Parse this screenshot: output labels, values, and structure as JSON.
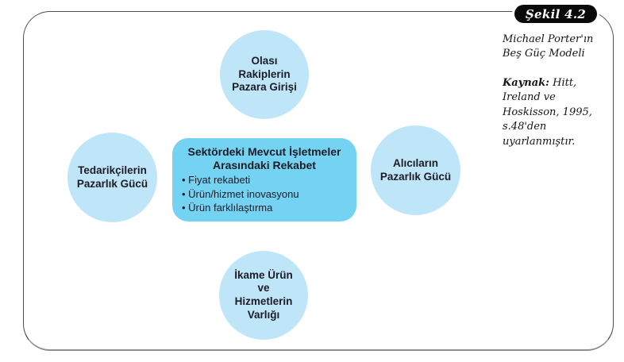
{
  "figure": {
    "badge_label": "Şekil 4.2",
    "caption": "Michael Porter'ın\nBeş Güç Modeli",
    "source_label": "Kaynak:",
    "source_text": " Hitt,\nIreland ve\nHoskisson, 1995,\ns.48'den\nuyarlanmıştır."
  },
  "diagram": {
    "nodes": {
      "top": "Olası\nRakiplerin\nPazara Girişi",
      "left": "Tedarikçilerin\nPazarlık Gücü",
      "right": "Alıcıların\nPazarlık Gücü",
      "bottom": "İkame Ürün\nve\nHizmetlerin\nVarlığı"
    },
    "center": {
      "title": "Sektördeki Mevcut İşletmeler\nArasındaki Rekabet",
      "bullets": [
        "• Fiyat rekabeti",
        "• Ürün/hizmet inovasyonu",
        "• Ürün farklılaştırma"
      ]
    }
  },
  "colors": {
    "circle_fill": "#bfe6f8",
    "center_box_fill": "#74d3f2",
    "diagram_text": "#1c1c26",
    "badge_bg": "#0a0a0a",
    "badge_text": "#ffffff",
    "frame_border": "#4d4d4d"
  }
}
